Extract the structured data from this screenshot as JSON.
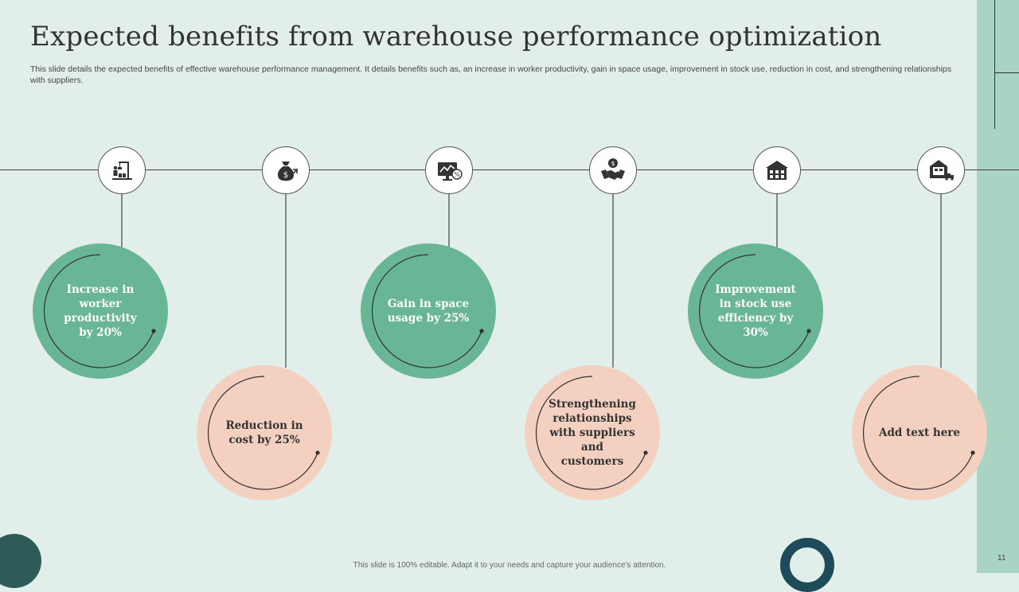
{
  "slide": {
    "title": "Expected benefits from warehouse performance optimization",
    "subtitle": "This slide details the expected benefits of effective warehouse performance management. It details benefits such as, an increase in worker productivity, gain in space usage, improvement in stock use, reduction in cost, and strengthening relationships with suppliers.",
    "footer": "This slide is 100% editable.  Adapt it to your needs and capture your audience's attention.",
    "page_number": "11"
  },
  "colors": {
    "background": "#e1eee9",
    "green": "#68b696",
    "peach": "#f3d0c0",
    "strip": "#a9d3c2"
  },
  "icons": [
    {
      "name": "worker-crane-icon"
    },
    {
      "name": "money-bag-icon"
    },
    {
      "name": "monitor-chart-icon"
    },
    {
      "name": "handshake-dollar-icon"
    },
    {
      "name": "warehouse-building-icon"
    },
    {
      "name": "warehouse-delivery-icon"
    }
  ],
  "benefits": [
    {
      "text": "Increase in worker productivity by 20%",
      "style": "green"
    },
    {
      "text": "Reduction in cost by 25%",
      "style": "peach"
    },
    {
      "text": "Gain in space usage by 25%",
      "style": "green"
    },
    {
      "text": "Strengthening relationships with suppliers and customers",
      "style": "peach"
    },
    {
      "text": "Improvement in stock use efficiency by 30%",
      "style": "green"
    },
    {
      "text": "Add text here",
      "style": "peach"
    }
  ]
}
